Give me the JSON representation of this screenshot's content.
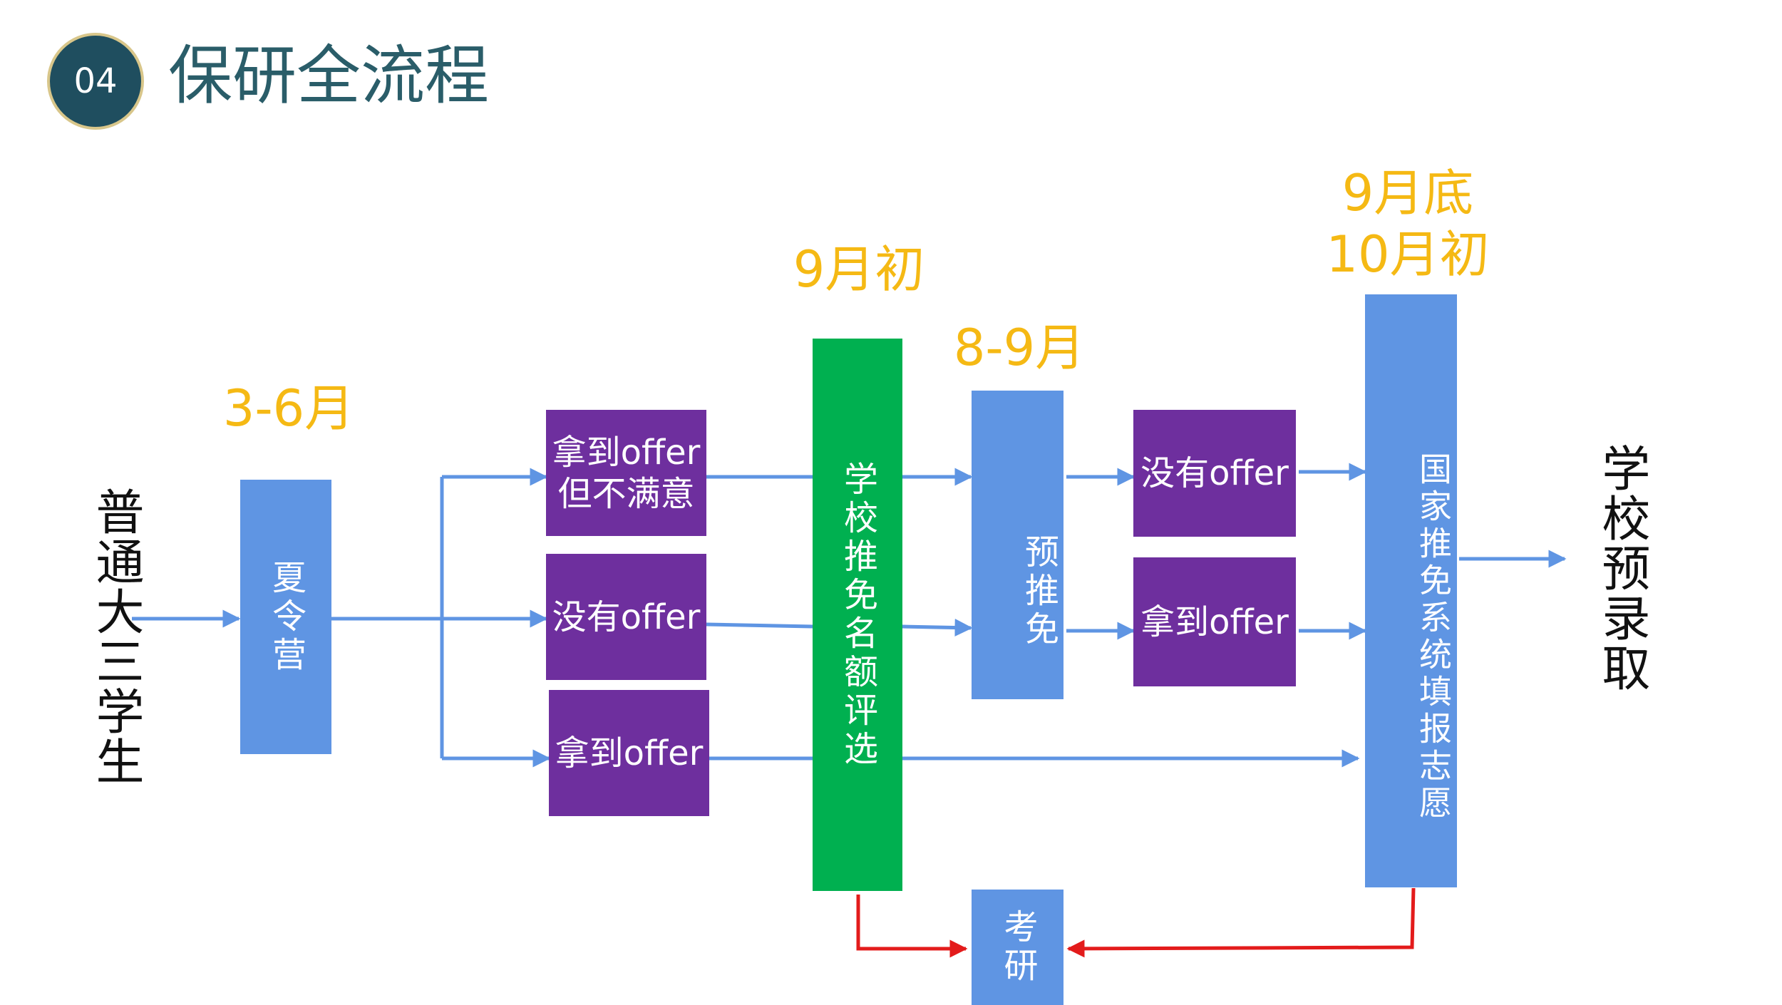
{
  "header": {
    "badge": "04",
    "title": "保研全流程"
  },
  "colors": {
    "accent_blue": "#5f95e3",
    "purple": "#6e2f9e",
    "green": "#00b050",
    "time_label": "#f5b914",
    "arrow_red": "#e31b1b",
    "title": "#2a5d69"
  },
  "start": {
    "label": "普通大三学生"
  },
  "end": {
    "label": "学校预录取"
  },
  "times": {
    "summer": "3-6月",
    "school_eval": "9月初",
    "pre_rec": "8-9月",
    "national": "9月底\n10月初"
  },
  "nodes": {
    "summer_camp": "夏令营",
    "offer_unsatisfied": "拿到offer\n但不满意",
    "no_offer_1": "没有offer",
    "got_offer_1": "拿到offer",
    "school_eval": "学校推免名额评选",
    "pre_rec": "预推免",
    "no_offer_2": "没有offer",
    "got_offer_2": "拿到offer",
    "national_system": "国家推免系统填报志愿",
    "exam": "考研"
  }
}
